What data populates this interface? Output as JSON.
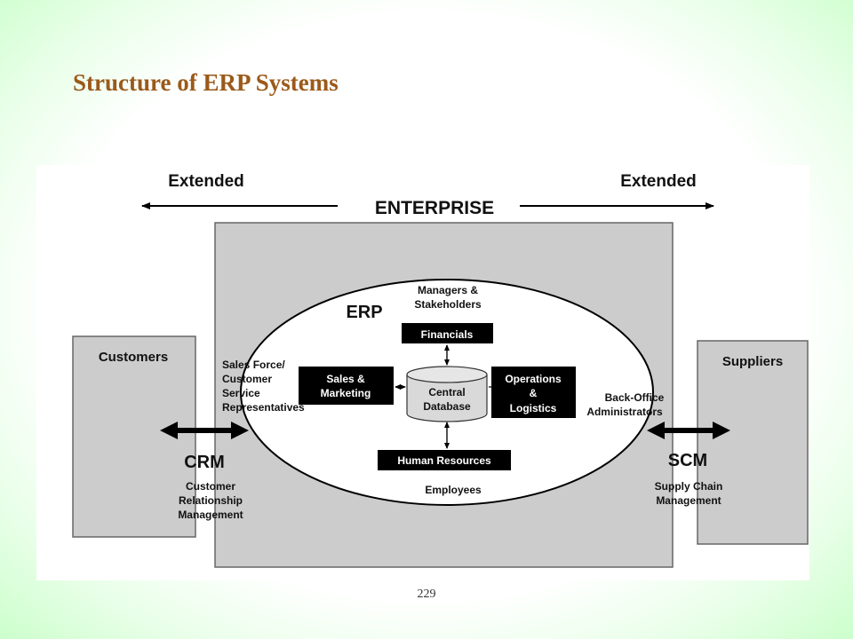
{
  "slide": {
    "title": "Structure of ERP Systems",
    "page_number": "229"
  },
  "diagram": {
    "extended_left": "Extended",
    "extended_right": "Extended",
    "enterprise": "ENTERPRISE",
    "erp": "ERP",
    "managers_line1": "Managers &",
    "managers_line2": "Stakeholders",
    "financials": "Financials",
    "sales_line1": "Sales &",
    "sales_line2": "Marketing",
    "db_line1": "Central",
    "db_line2": "Database",
    "ops_line1": "Operations",
    "ops_line2": "&",
    "ops_line3": "Logistics",
    "human_resources": "Human Resources",
    "employees": "Employees",
    "customers": "Customers",
    "suppliers": "Suppliers",
    "salesforce_line1": "Sales Force/",
    "salesforce_line2": "Customer",
    "salesforce_line3": "Service",
    "salesforce_line4": "Representatives",
    "backoffice_line1": "Back-Office",
    "backoffice_line2": "Administrators",
    "crm": "CRM",
    "crm_line1": "Customer",
    "crm_line2": "Relationship",
    "crm_line3": "Management",
    "scm": "SCM",
    "scm_line1": "Supply Chain",
    "scm_line2": "Management"
  }
}
